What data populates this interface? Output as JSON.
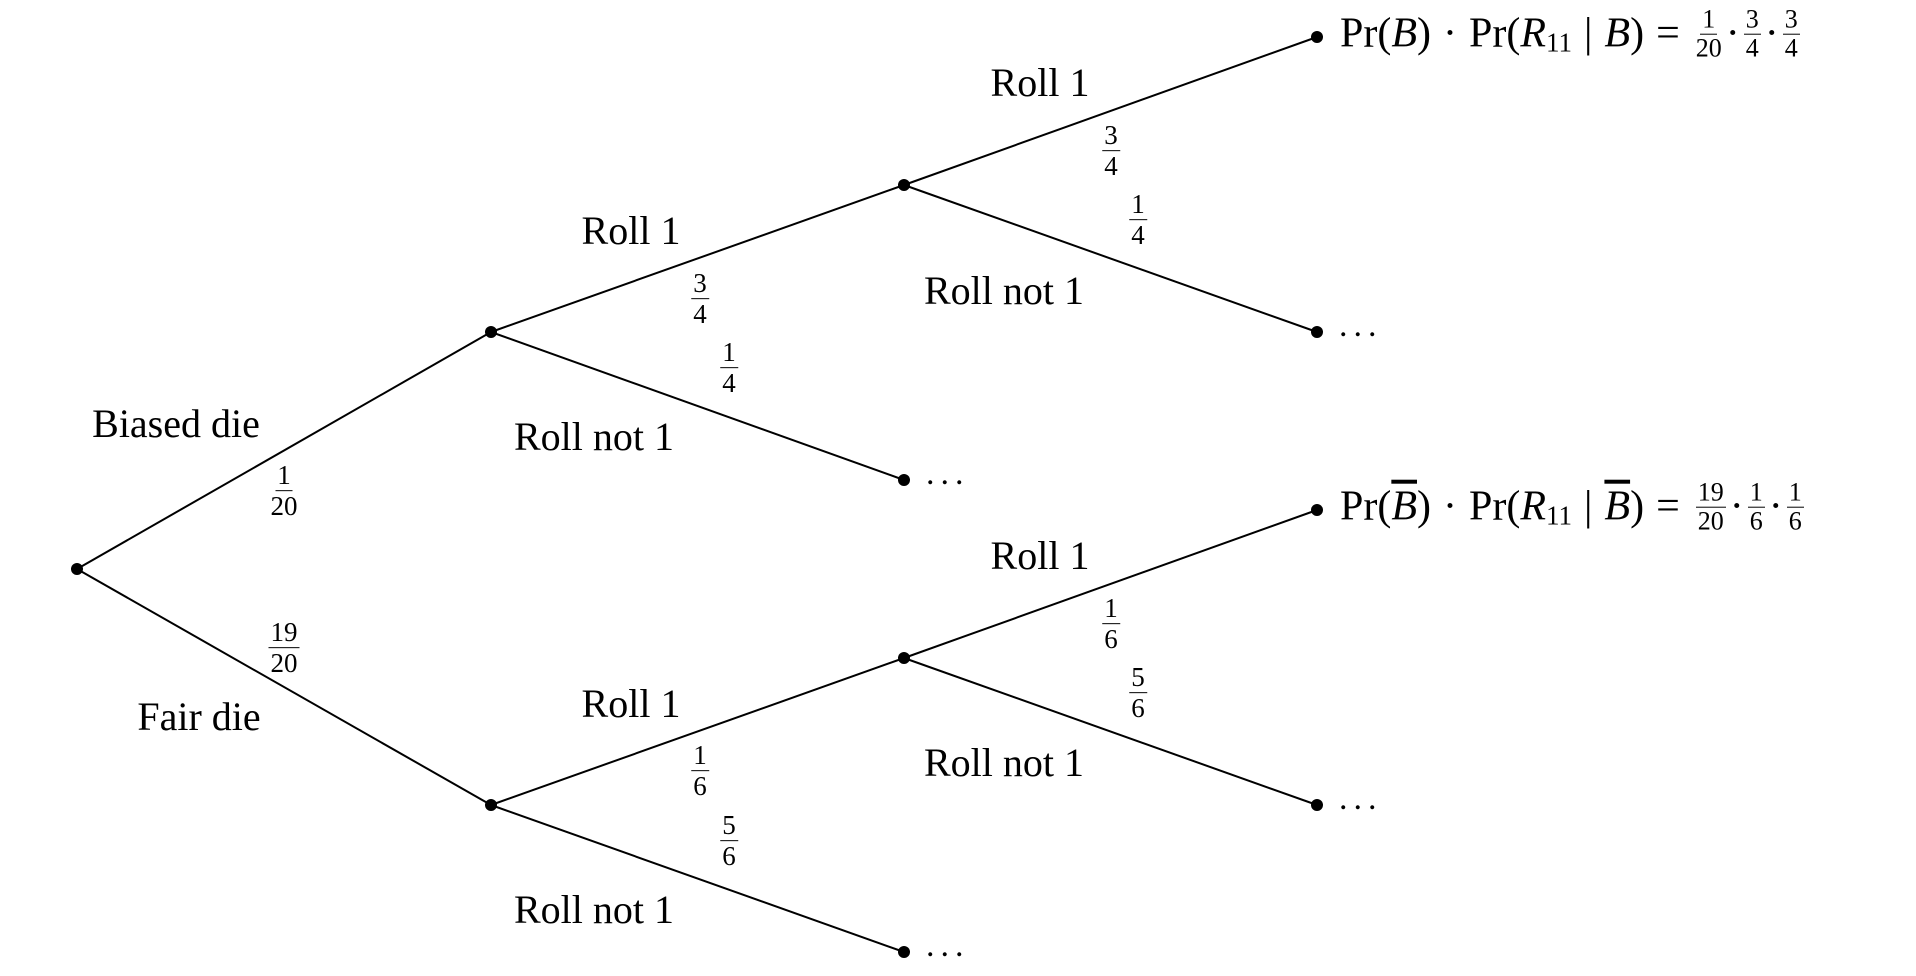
{
  "diagram": {
    "type": "probability-tree",
    "first_level": [
      {
        "label": "Biased die",
        "prob": {
          "num": "1",
          "den": "20"
        }
      },
      {
        "label": "Fair die",
        "prob": {
          "num": "19",
          "den": "20"
        }
      }
    ],
    "second_level_upper": [
      {
        "label": "Roll 1",
        "prob": {
          "num": "3",
          "den": "4"
        }
      },
      {
        "label": "Roll not 1",
        "prob": {
          "num": "1",
          "den": "4"
        }
      }
    ],
    "second_level_lower": [
      {
        "label": "Roll 1",
        "prob": {
          "num": "1",
          "den": "6"
        }
      },
      {
        "label": "Roll not 1",
        "prob": {
          "num": "5",
          "den": "6"
        }
      }
    ],
    "third_level_upper": [
      {
        "label": "Roll 1",
        "prob": {
          "num": "3",
          "den": "4"
        }
      },
      {
        "label": "Roll not 1",
        "prob": {
          "num": "1",
          "den": "4"
        }
      }
    ],
    "third_level_lower": [
      {
        "label": "Roll 1",
        "prob": {
          "num": "1",
          "den": "6"
        }
      },
      {
        "label": "Roll not 1",
        "prob": {
          "num": "5",
          "den": "6"
        }
      }
    ],
    "ellipsis": "...",
    "formula_biased": {
      "lhs_pr1": "Pr(",
      "event1": "B",
      "close1": ")",
      "dot": "·",
      "lhs_pr2": "Pr(",
      "event2": "R",
      "subscript": "11",
      "given": "|",
      "cond": "B",
      "close2": ")",
      "equals": "=",
      "factors": [
        {
          "num": "1",
          "den": "20"
        },
        {
          "num": "3",
          "den": "4"
        },
        {
          "num": "3",
          "den": "4"
        }
      ]
    },
    "formula_fair": {
      "lhs_pr1": "Pr(",
      "event1": "B",
      "close1": ")",
      "dot": "·",
      "lhs_pr2": "Pr(",
      "event2": "R",
      "subscript": "11",
      "given": "|",
      "cond": "B",
      "close2": ")",
      "equals": "=",
      "factors": [
        {
          "num": "19",
          "den": "20"
        },
        {
          "num": "1",
          "den": "6"
        },
        {
          "num": "1",
          "den": "6"
        }
      ]
    }
  }
}
